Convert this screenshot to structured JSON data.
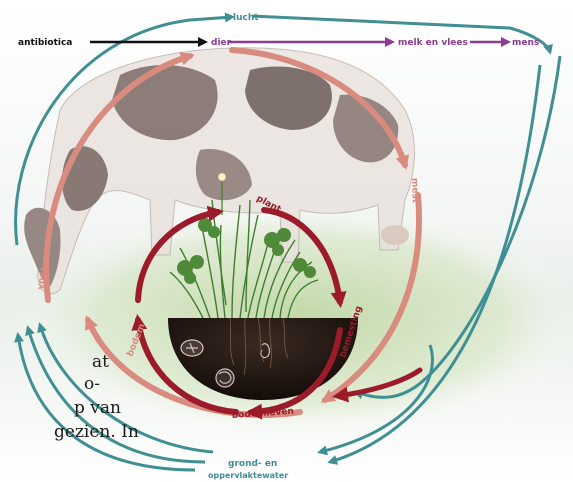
{
  "labels": {
    "lucht": "lucht",
    "antibiotica": "antibiotica",
    "dier": "dier",
    "melk_en_vlees": "melk en vlees",
    "mens": "mens",
    "mest": "mest",
    "voer": "voer",
    "plant": "plant",
    "bemesting": "bemesting",
    "bodemleven": "bodemleven",
    "bodem": "bodem",
    "water_line1": "grond- en",
    "water_line2": "oppervlaktewater"
  },
  "body_text": [
    "at",
    "o-",
    "p van",
    "gezien. In"
  ],
  "colors": {
    "teal": "#3f8f93",
    "black": "#111111",
    "purple": "#8a3d91",
    "salmon": "#d98b7f",
    "crimson": "#9b1b2a"
  }
}
